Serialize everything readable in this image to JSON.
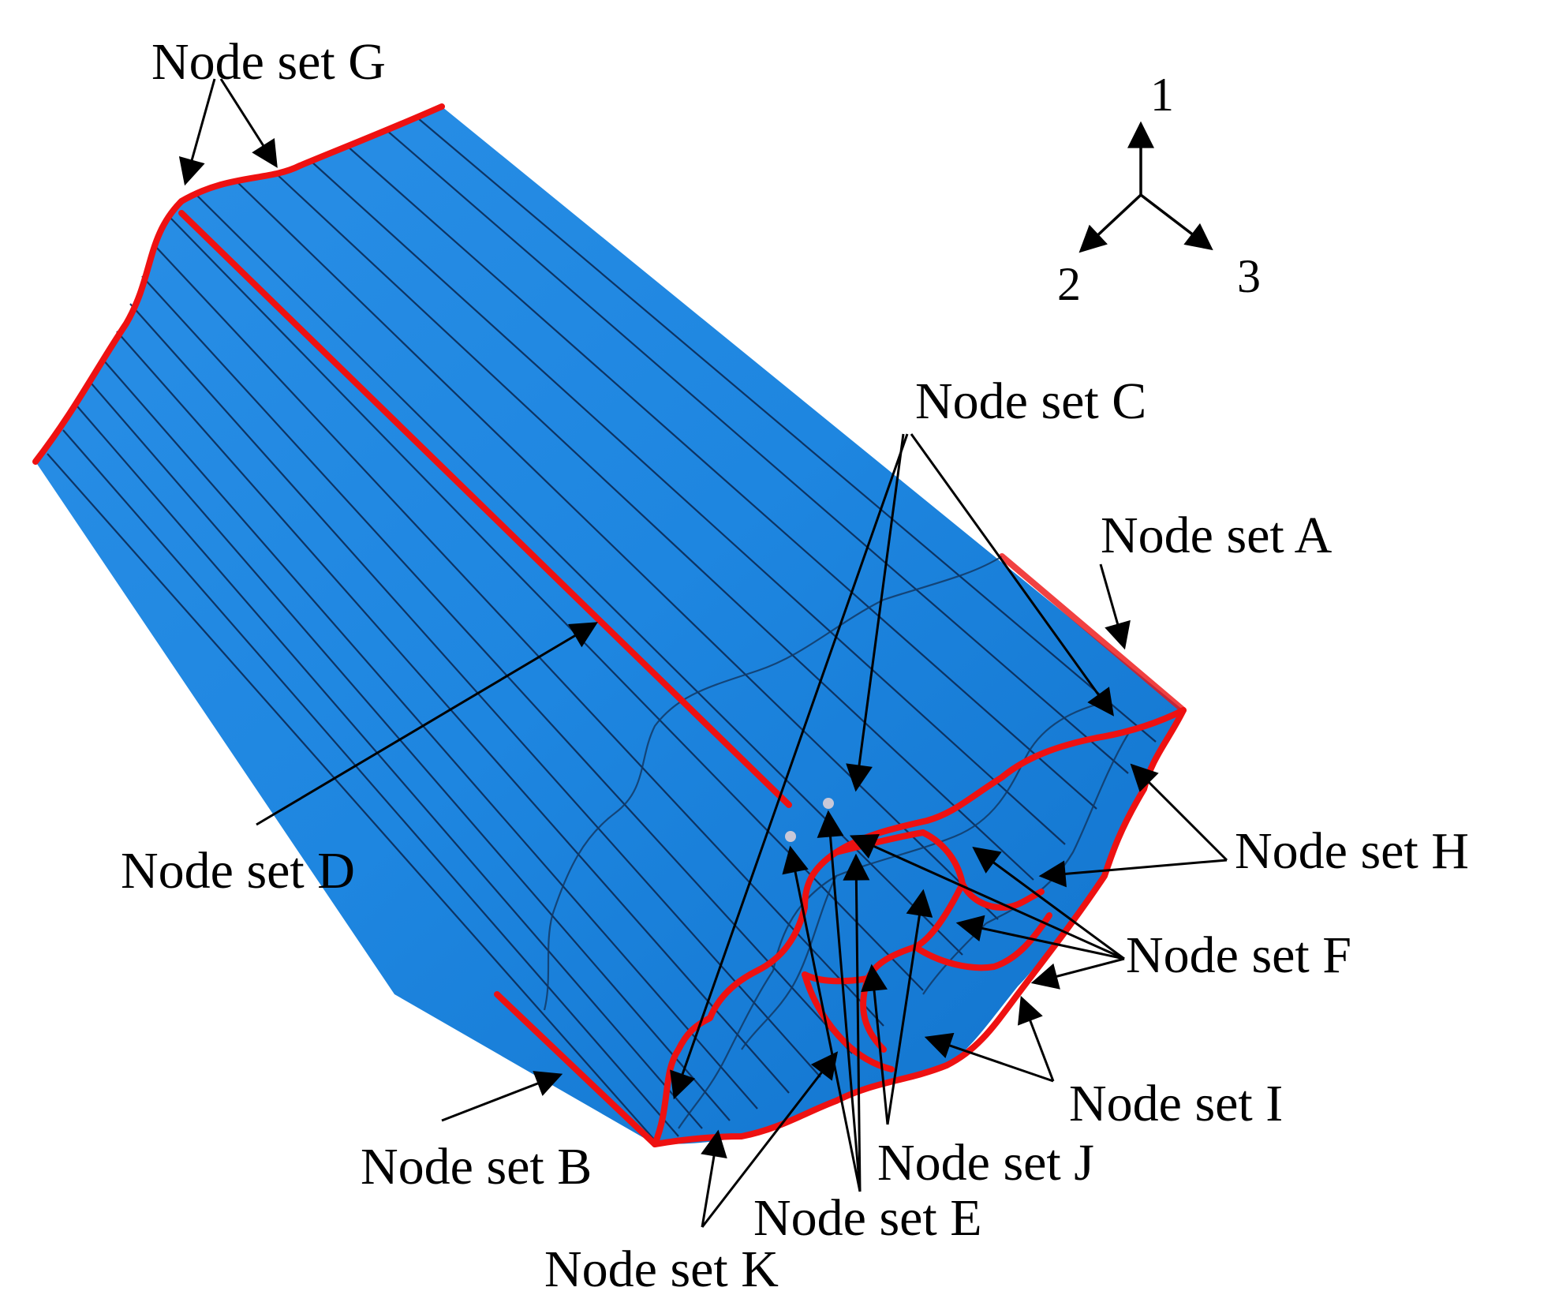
{
  "colors": {
    "body": "#1e88e5",
    "body_dark": "#0f5fb0",
    "highlight": "#ee1111",
    "stripe": "#0b2a55",
    "text": "#000000"
  },
  "axes": {
    "a1": "1",
    "a2": "2",
    "a3": "3"
  },
  "labels": {
    "G": "Node set G",
    "C": "Node set C",
    "A": "Node set A",
    "D": "Node set D",
    "H": "Node set H",
    "F": "Node set F",
    "I": "Node set I",
    "J": "Node set J",
    "B": "Node set B",
    "E": "Node set E",
    "K": "Node set K"
  }
}
